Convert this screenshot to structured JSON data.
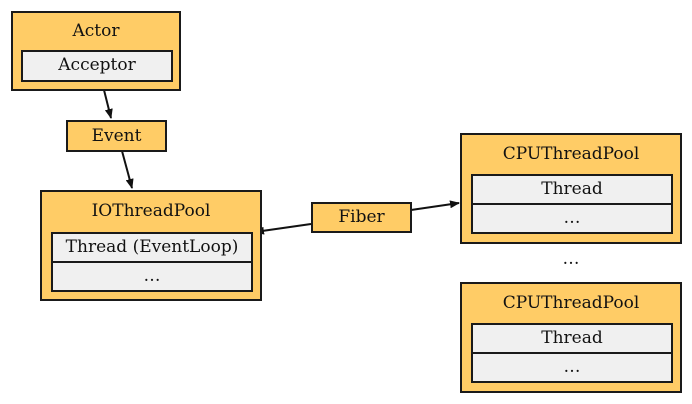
{
  "nodes": {
    "actor": {
      "title": "Actor",
      "inner": "Acceptor"
    },
    "event": {
      "label": "Event"
    },
    "io_pool": {
      "title": "IOThreadPool",
      "rows": [
        "Thread (EventLoop)",
        "…"
      ]
    },
    "fiber": {
      "label": "Fiber"
    },
    "cpu_pool_1": {
      "title": "CPUThreadPool",
      "rows": [
        "Thread",
        "…"
      ]
    },
    "cpu_pool_2": {
      "title": "CPUThreadPool",
      "rows": [
        "Thread",
        "…"
      ]
    },
    "between_ellipsis": "…"
  },
  "edges": [
    {
      "from": "actor",
      "to": "event"
    },
    {
      "from": "event",
      "to": "io_pool"
    },
    {
      "from": "fiber",
      "to": "io_pool"
    },
    {
      "from": "fiber",
      "to": "cpu_pool_1"
    }
  ],
  "colors": {
    "box_fill": "#ffcc66",
    "inner_fill": "#f0f0f0",
    "stroke": "#1a1a1a"
  }
}
